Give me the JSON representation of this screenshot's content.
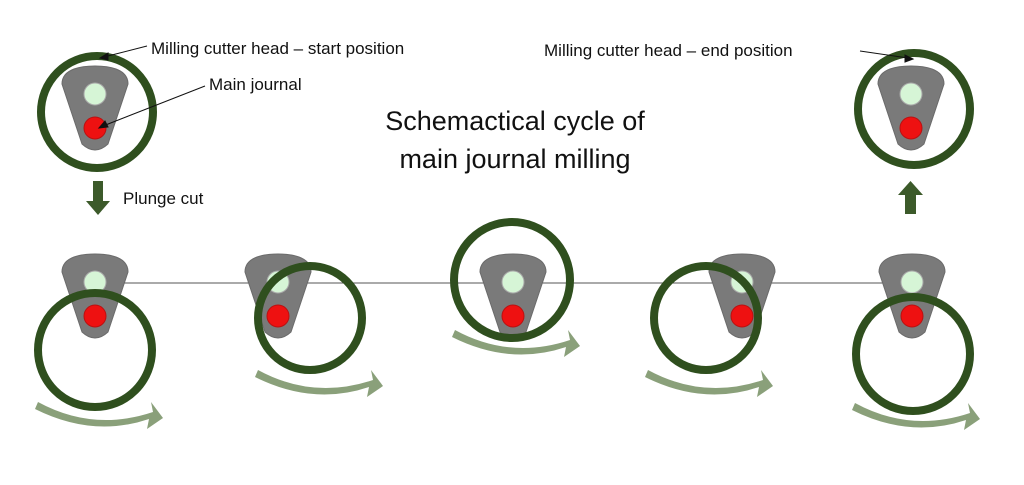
{
  "title": {
    "line1": "Schemactical cycle of",
    "line2": "main journal milling"
  },
  "labels": {
    "start_position": "Milling cutter head – start position",
    "main_journal": "Main journal",
    "plunge_cut": "Plunge cut",
    "end_position": "Milling cutter head – end position"
  },
  "colors": {
    "cutter_ring": "#2f4f1e",
    "crank_web": "#7a7a7a",
    "upper_journal": "#d6f5d6",
    "main_journal": "#ee1111",
    "rotation_arrow": "#8aa07a",
    "feed_arrow": "#3c5a2a",
    "center_line": "#555555"
  },
  "icons": {
    "plunge": "arrow-down-icon",
    "retract": "arrow-up-icon",
    "rotation": "curved-arrow-icon"
  }
}
